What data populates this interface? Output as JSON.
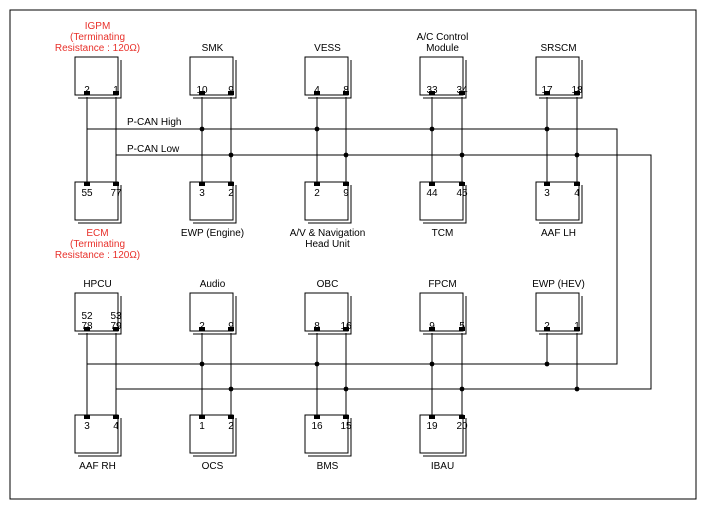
{
  "buses": {
    "high_label": "P-CAN High",
    "low_label": "P-CAN Low"
  },
  "modules": [
    {
      "id": "igpm",
      "lines": [
        "IGPM",
        "(Terminating",
        "Resistance : 120Ω)"
      ],
      "color": "#e8302a",
      "pins": [
        {
          "label": "2",
          "bus": "low"
        },
        {
          "label": "1",
          "bus": "high"
        }
      ]
    },
    {
      "id": "smk",
      "lines": [
        "SMK"
      ],
      "pins": [
        {
          "label": "10",
          "bus": "high"
        },
        {
          "label": "9",
          "bus": "low"
        }
      ]
    },
    {
      "id": "vess",
      "lines": [
        "VESS"
      ],
      "pins": [
        {
          "label": "4",
          "bus": "high"
        },
        {
          "label": "8",
          "bus": "low"
        }
      ]
    },
    {
      "id": "ac-control",
      "lines": [
        "A/C Control",
        "Module"
      ],
      "pins": [
        {
          "label": "33",
          "bus": "high"
        },
        {
          "label": "34",
          "bus": "low"
        }
      ]
    },
    {
      "id": "srscm",
      "lines": [
        "SRSCM"
      ],
      "pins": [
        {
          "label": "17",
          "bus": "high"
        },
        {
          "label": "18",
          "bus": "low"
        }
      ]
    },
    {
      "id": "ecm",
      "lines": [
        "ECM",
        "(Terminating",
        "Resistance : 120Ω)"
      ],
      "color": "#e8302a",
      "pins": [
        {
          "label": "55",
          "bus": "low"
        },
        {
          "label": "77",
          "bus": "high"
        }
      ]
    },
    {
      "id": "ewp-engine",
      "lines": [
        "EWP (Engine)"
      ],
      "pins": [
        {
          "label": "3",
          "bus": "high"
        },
        {
          "label": "2",
          "bus": "low"
        }
      ]
    },
    {
      "id": "av-nav",
      "lines": [
        "A/V & Navigation",
        "Head Unit"
      ],
      "pins": [
        {
          "label": "2",
          "bus": "high"
        },
        {
          "label": "9",
          "bus": "low"
        }
      ]
    },
    {
      "id": "tcm",
      "lines": [
        "TCM"
      ],
      "pins": [
        {
          "label": "44",
          "bus": "high"
        },
        {
          "label": "45",
          "bus": "low"
        }
      ]
    },
    {
      "id": "aaf-lh",
      "lines": [
        "AAF LH"
      ],
      "pins": [
        {
          "label": "3",
          "bus": "high"
        },
        {
          "label": "4",
          "bus": "low"
        }
      ]
    },
    {
      "id": "hpcu",
      "lines": [
        "HPCU"
      ],
      "pins": [
        {
          "label": "52\n78",
          "bus": "high"
        },
        {
          "label": "53\n79",
          "bus": "low"
        }
      ]
    },
    {
      "id": "audio",
      "lines": [
        "Audio"
      ],
      "pins": [
        {
          "label": "2",
          "bus": "high"
        },
        {
          "label": "9",
          "bus": "low"
        }
      ]
    },
    {
      "id": "obc",
      "lines": [
        "OBC"
      ],
      "pins": [
        {
          "label": "8",
          "bus": "high"
        },
        {
          "label": "16",
          "bus": "low"
        }
      ]
    },
    {
      "id": "fpcm",
      "lines": [
        "FPCM"
      ],
      "pins": [
        {
          "label": "9",
          "bus": "high"
        },
        {
          "label": "5",
          "bus": "low"
        }
      ]
    },
    {
      "id": "ewp-hev",
      "lines": [
        "EWP (HEV)"
      ],
      "pins": [
        {
          "label": "2",
          "bus": "high"
        },
        {
          "label": "1",
          "bus": "low"
        }
      ]
    },
    {
      "id": "aaf-rh",
      "lines": [
        "AAF RH"
      ],
      "pins": [
        {
          "label": "3",
          "bus": "high"
        },
        {
          "label": "4",
          "bus": "low"
        }
      ]
    },
    {
      "id": "ocs",
      "lines": [
        "OCS"
      ],
      "pins": [
        {
          "label": "1",
          "bus": "high"
        },
        {
          "label": "2",
          "bus": "low"
        }
      ]
    },
    {
      "id": "bms",
      "lines": [
        "BMS"
      ],
      "pins": [
        {
          "label": "16",
          "bus": "high"
        },
        {
          "label": "15",
          "bus": "low"
        }
      ]
    },
    {
      "id": "ibau",
      "lines": [
        "IBAU"
      ],
      "pins": [
        {
          "label": "19",
          "bus": "high"
        },
        {
          "label": "20",
          "bus": "low"
        }
      ]
    }
  ]
}
